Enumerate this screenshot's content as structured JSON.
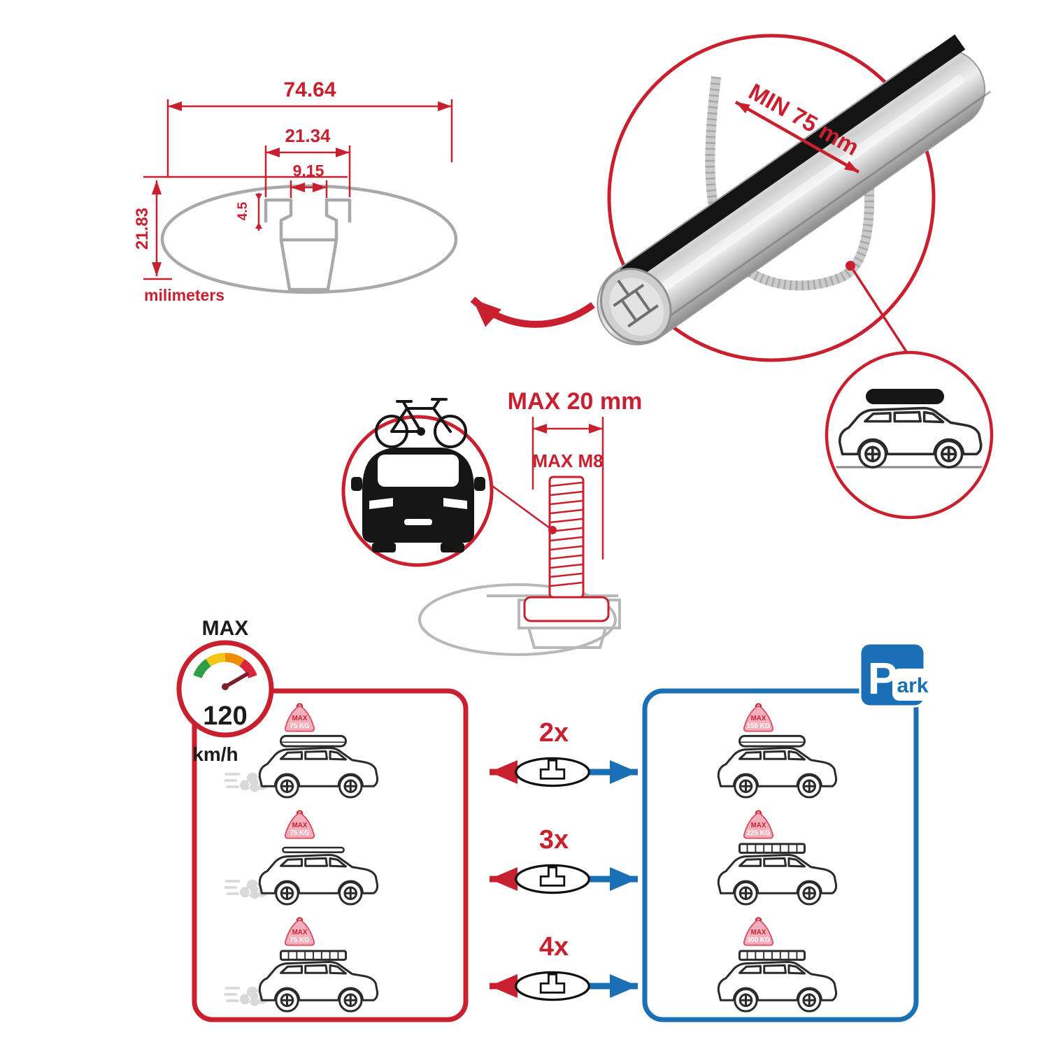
{
  "cross_section": {
    "dim_total_width": "74.64",
    "dim_slot_outer": "21.34",
    "dim_slot_inner": "9.15",
    "dim_lip_depth": "4.5",
    "dim_total_height": "21.83",
    "units_label": "milimeters"
  },
  "crossbar": {
    "min_clamp_span": "MIN 75 mm"
  },
  "bolt": {
    "max_length": "MAX 20 mm",
    "max_thread": "MAX M8"
  },
  "speed_limit": {
    "label": "MAX",
    "value": "120",
    "unit": "km/h"
  },
  "park_sign": {
    "letter": "P",
    "rest": "ark"
  },
  "rows": [
    {
      "multiplier": "2x",
      "drive_flag_label": "MAX",
      "drive_flag_load": "75 KG",
      "park_flag_label": "MAX",
      "park_flag_load": "150 KG"
    },
    {
      "multiplier": "3x",
      "drive_flag_label": "MAX",
      "drive_flag_load": "75 KG",
      "park_flag_label": "MAX",
      "park_flag_load": "225 KG"
    },
    {
      "multiplier": "4x",
      "drive_flag_label": "MAX",
      "drive_flag_load": "75 KG",
      "park_flag_label": "MAX",
      "park_flag_load": "300 KG"
    }
  ],
  "colors": {
    "red": "#c8202f",
    "blue": "#1a6fb5",
    "pink": "#f3afbc",
    "gray": "#a9a9a9"
  }
}
